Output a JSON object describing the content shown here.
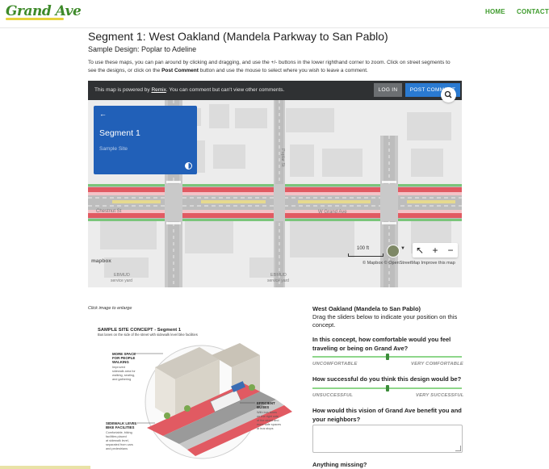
{
  "site": {
    "logo_text": "Grand Ave",
    "nav": [
      {
        "label": "HOME"
      },
      {
        "label": "CONTACT"
      }
    ]
  },
  "page": {
    "title": "Segment 1: West Oakland (Mandela Parkway to San Pablo)",
    "subtitle": "Sample Design: Poplar to Adeline",
    "instructions_part1": "To use these maps, you can pan around by clicking and dragging, and use the +/- buttons in the lower righthand corner to zoom. Click on street segments to see the designs, or click on the ",
    "instructions_bold": "Post Comment",
    "instructions_part2": " button and use the mouse to select where you wish to leave a comment."
  },
  "map": {
    "banner_prefix": "This map is powered by ",
    "banner_link": "Remix",
    "banner_suffix": ". You can comment but can't view other comments.",
    "login_label": "LOG IN",
    "post_label": "POST COMMENT",
    "card": {
      "back_icon": "arrow-left-icon",
      "title": "Segment 1",
      "subtitle": "Sample Site",
      "contrast_icon": "contrast-icon"
    },
    "search_icon": "search-icon",
    "scale_label": "100 ft",
    "tools": {
      "select": "↖",
      "zoom_in": "+",
      "zoom_out": "−"
    },
    "attribution": "© Mapbox © OpenStreetMap Improve this map",
    "mapbox_logo": "mapbox",
    "labels": {
      "street_top": "Chestnut St",
      "street_bottom": "W Grand Ave",
      "street_mid": "Poplar St",
      "ebmud_1": "EBMUD",
      "ebmud_1b": "service yard",
      "ebmud_2": "EBMUD",
      "ebmud_2b": "service yard"
    },
    "colors": {
      "bike_lane": "#e15a62",
      "buffer": "#f3c3c7",
      "median": "#e6d98e",
      "sidewalk_green": "#7ac57a",
      "road": "#bdbdbd",
      "block": "#e7e7e7",
      "building": "#d9d9d9"
    }
  },
  "figure": {
    "caption": "Click image to enlarge",
    "title": "SAMPLE SITE CONCEPT - Segment 1",
    "subtitle": "Bus lanes on the side of the street with sidewalk level bike facilities",
    "callout_space_title_1": "MORE SPACE",
    "callout_space_title_2": "FOR PEOPLE",
    "callout_space_title_3": "WALKING",
    "callout_space_body_1": "Improved",
    "callout_space_body_2": "sidewalk area for",
    "callout_space_body_3": "walking, seating,",
    "callout_space_body_4": "and gathering",
    "callout_bike_title_1": "SIDEWALK LEVEL",
    "callout_bike_title_2": "BIKE FACILITIES",
    "callout_bike_body_1": "Comfortable, biking",
    "callout_bike_body_2": "facilities placed",
    "callout_bike_body_3": "at sidewalk level,",
    "callout_bike_body_4": "separated from cars",
    "callout_bike_body_5": "and pedestrians",
    "callout_bus_title_1": "EFFICIENT",
    "callout_bus_title_2": "BUSES",
    "callout_bus_body_1": "With bus lanes",
    "callout_bus_body_2": "on the right side",
    "callout_bus_body_3": "of the street and",
    "callout_bus_body_4": "more safe spaces",
    "callout_bus_body_5": "at bus stops"
  },
  "feedback": {
    "title": "West Oakland (Mandela to San Pablo)",
    "intro": "Drag the sliders below to indicate your position on this concept.",
    "q1": "In this concept, how comfortable would you feel traveling or being on Grand Ave?",
    "q1_min": "UNCOMFORTABLE",
    "q1_max": "VERY COMFORTABLE",
    "q1_value": 0.5,
    "q2": "How successful do you think this design would be?",
    "q2_min": "UNSUCCESSFUL",
    "q2_max": "VERY SUCCESSFUL",
    "q2_value": 0.5,
    "q3": "How would this vision of Grand Ave benefit you and your neighbors?",
    "q4": "Anything missing?"
  }
}
